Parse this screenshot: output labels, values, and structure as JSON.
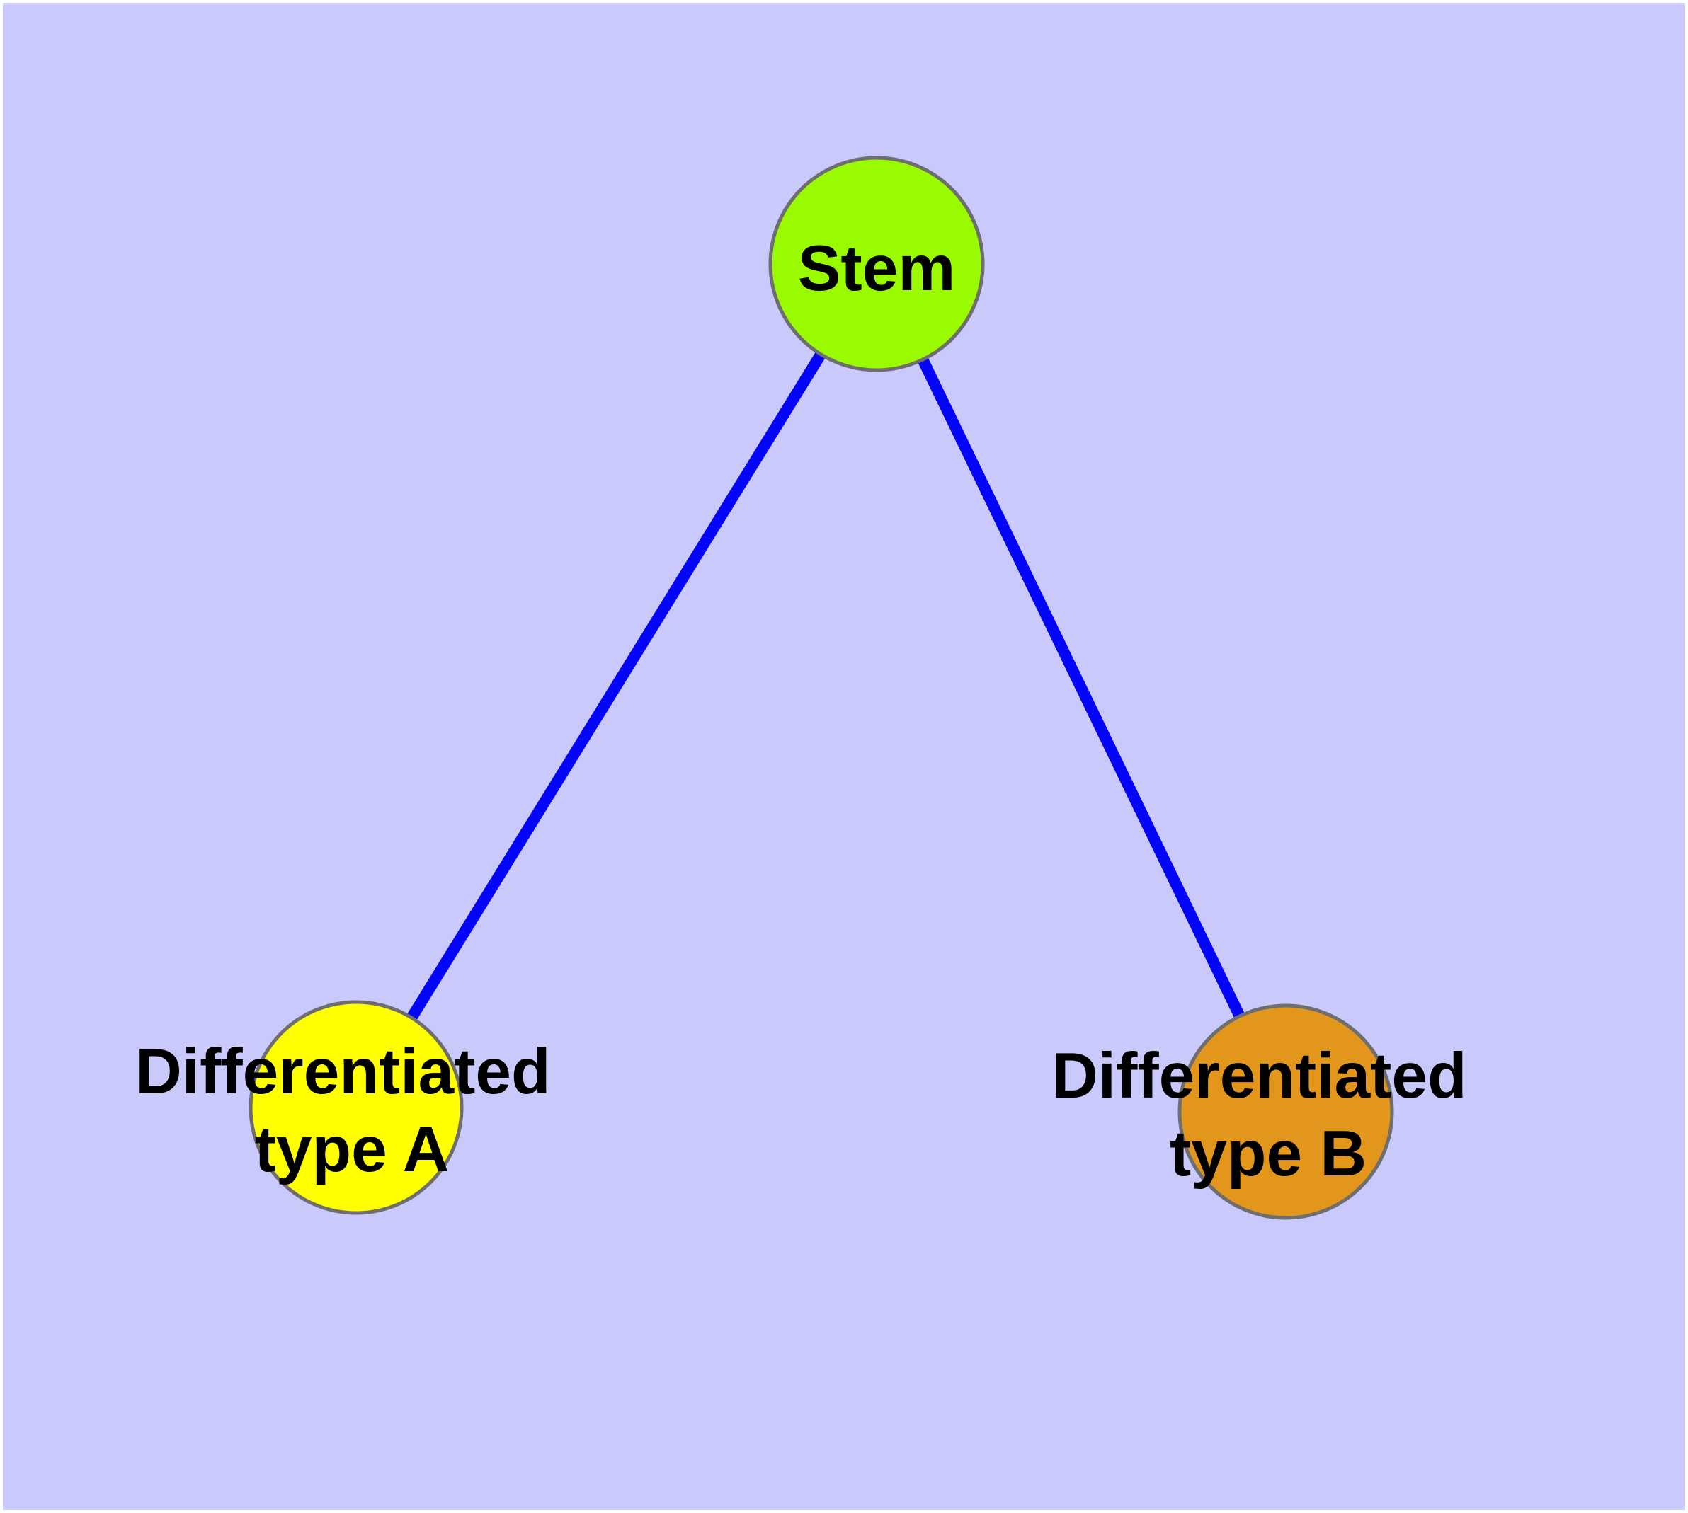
{
  "canvas": {
    "background": "#C9CAFB",
    "frame": "#FFFFFF"
  },
  "graph": {
    "type": "node-link-tree",
    "edge_color": "#0404F7",
    "edge_width": 16,
    "node_border_color": "#6E6E6E",
    "node_border_width": 5,
    "label_color": "#000000",
    "nodes": [
      {
        "id": "stem",
        "label": "Stem",
        "fill": "#9AFB00"
      },
      {
        "id": "differentiated-type-a",
        "label": "Differentiated type A",
        "line1": "Differentiated",
        "line2": "type A",
        "fill": "#FFFF00"
      },
      {
        "id": "differentiated-type-b",
        "label": "Differentiated type B",
        "line1": "Differentiated",
        "line2": "type B",
        "fill": "#E3961C"
      }
    ],
    "edges": [
      {
        "from": "Stem",
        "to": "Differentiated type A"
      },
      {
        "from": "Stem",
        "to": "Differentiated type B"
      }
    ]
  }
}
